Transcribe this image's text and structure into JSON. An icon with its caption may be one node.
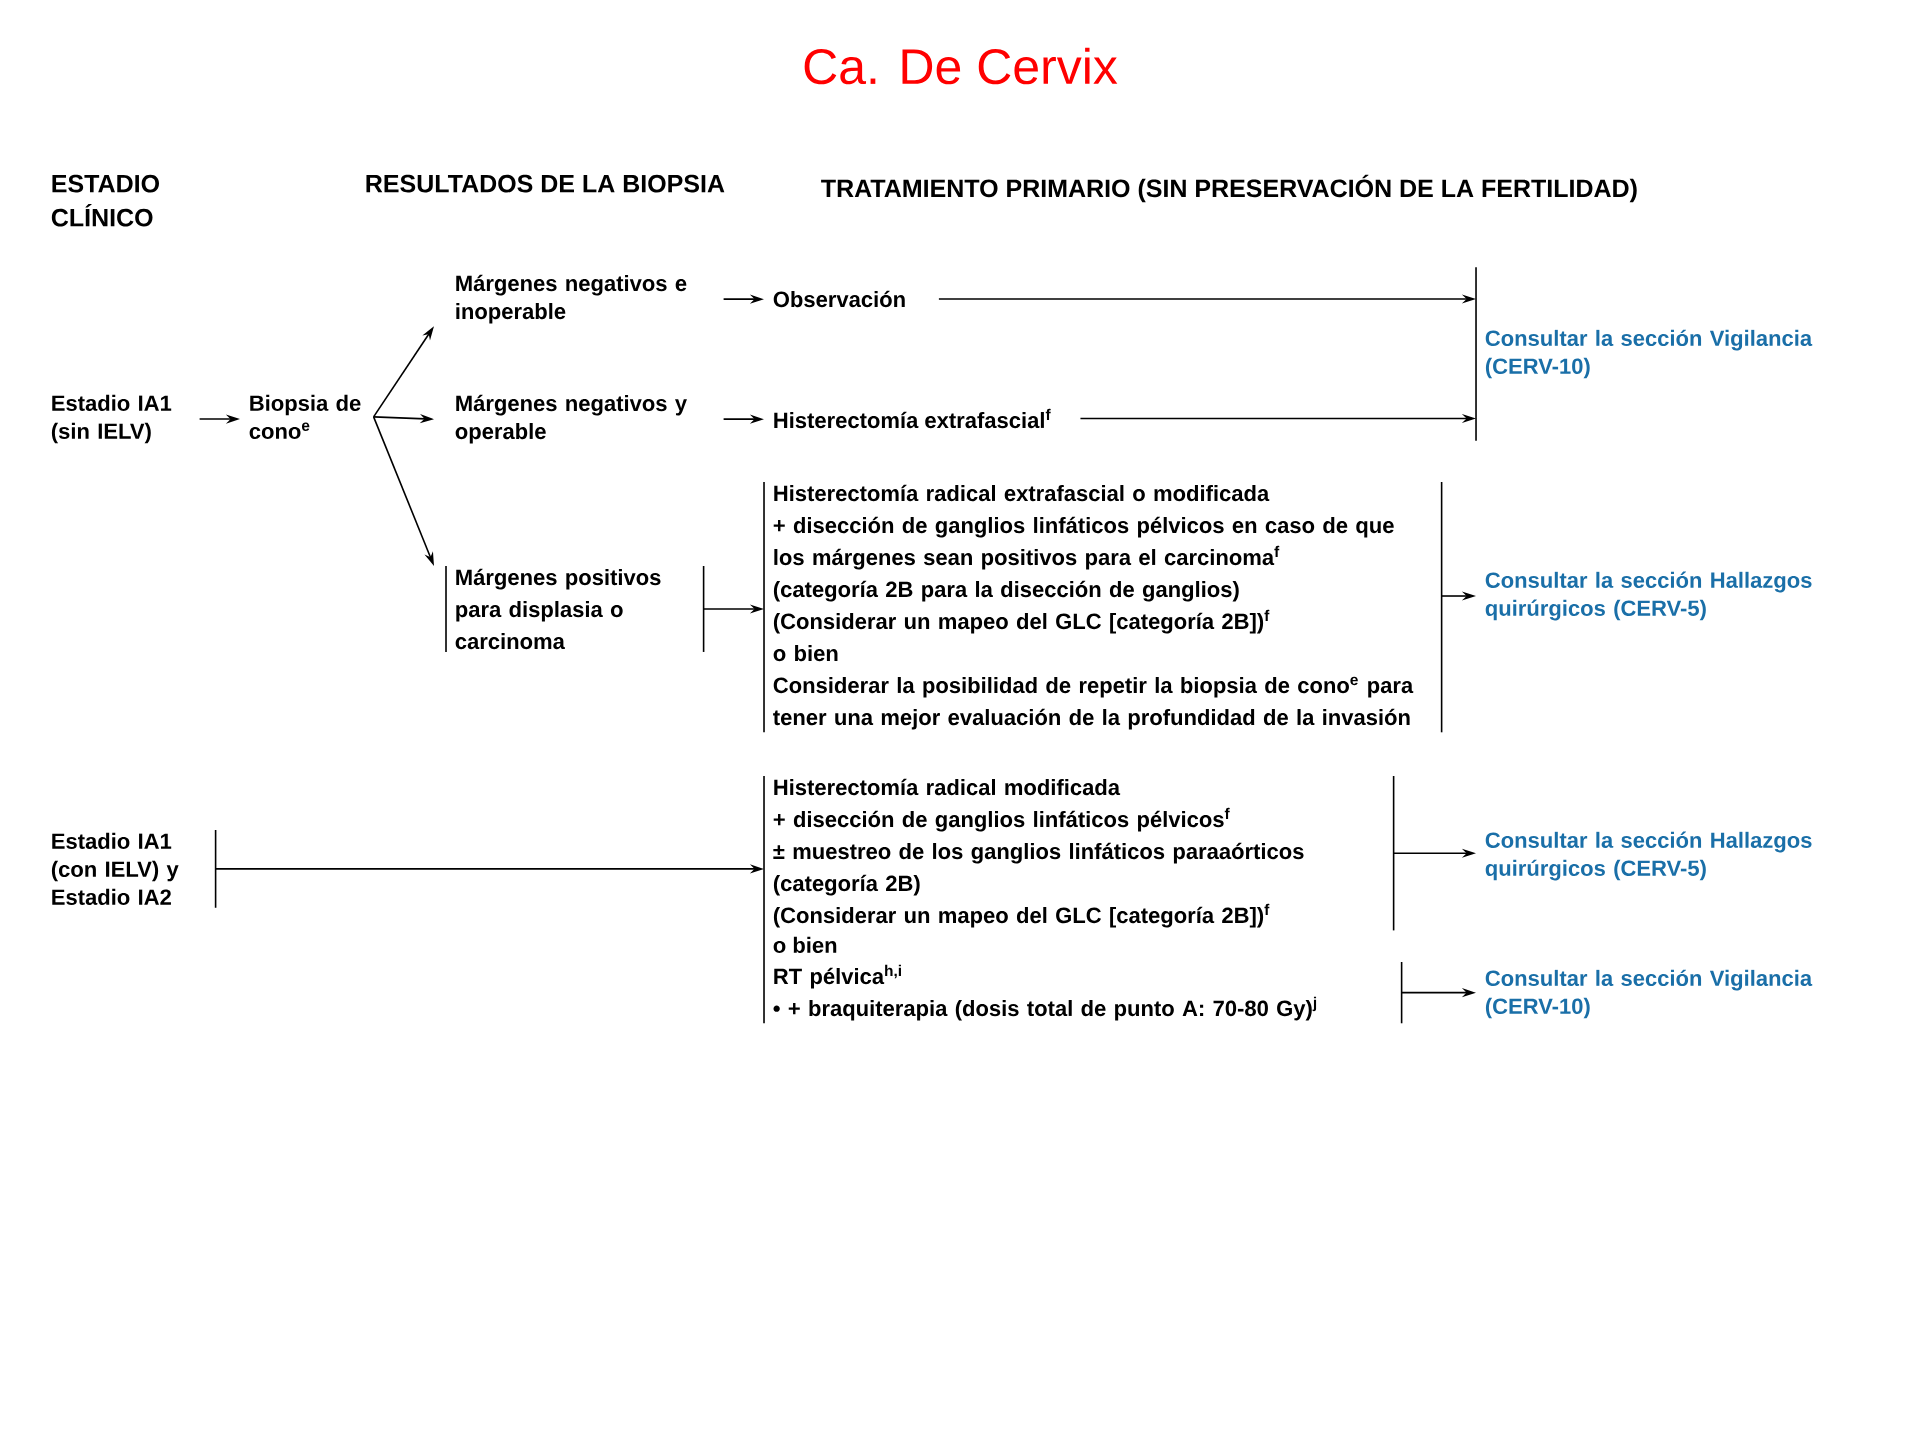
{
  "diagram": {
    "title": "Ca. De Cervix",
    "nodes": [
      {
        "text": [
          "Estadio IA1 (sin IELV)"
        ]
      },
      {
        "text": [
          "Biopsia de cono$^{e}$"
        ]
      },
      {
        "text": [
          "Márgenes negativos e inoperable"
        ]
      },
      {
        "text": [
          "Márgenes negativos y operable"
        ]
      },
      {
        "text": [
          "Márgenes positivos para displasia o carcinoma"
        ]
      },
      {
        "text": [
          "Observación"
        ]
      },
      {
        "text": [
          "Histerectomía extrafascial$^{f}$"
        ]
      },
      {
        "text": [
          "Histerectomía radical extrafascial o modificada",
          "+ disección de ganglios linfáticos pélvicos en caso de que los márgenes sean positivos para el carcinoma$^{f}$",
          "(categoría 2B para la disección de ganglios)",
          "(Considerar un mapeo del GLC [categoría 2B])$^{f}$",
          "o bien",
          "Considerar la posibilidad de repetir la biopsia de cono$^{e}$ para tener una mejor evaluación de la profundidad de la invasión"
        ]
      },
      {
        "text": [
          "Consultar la sección Vigilancia (CERV-10)"
        ]
      },
      {
        "text": [
          "Consultar la sección Hallazgos quirúrgicos (CERV-5)"
        ]
      },
      {
        "text": [
          "Estadio IA1 (con IELV) y Estadio IA2"
        ]
      },
      {
        "text": [
          "Histerectomía radical modificada",
          "+ disección de ganglios linfáticos pélvicos$^{f}$",
          "± muestreo de los ganglios linfáticos paraaórticos (categoría 2B)",
          "(Considerar un mapeo del GLC [categoría 2B])$^{f}$"
        ]
      },
      {
        "text": [
          "RT pélvica$^{h,i}$",
          "• + braquiterapia (dosis total de punto A: 70-80 Gy)$^{j}$"
        ]
      },
      {
        "text": [
          "Consultar la sección Hallazgos quirúrgicos (CERV-5)"
        ]
      },
      {
        "text": [
          "Consultar la sección Vigilancia (CERV-10)"
        ]
      }
    ],
    "edges": [
      {
        "from": 0,
        "to": 1,
        "arrow": "to"
      },
      {
        "from": 1,
        "to": 2,
        "arrow": "to"
      },
      {
        "from": 1,
        "to": 3,
        "arrow": "to"
      },
      {
        "from": 1,
        "to": 4,
        "arrow": "to"
      },
      {
        "from": 2,
        "to": 5,
        "arrow": "to"
      },
      {
        "from": 3,
        "to": 6,
        "arrow": "to"
      },
      {
        "from": 4,
        "to": 7,
        "arrow": "to"
      },
      {
        "from": 5,
        "to": 8,
        "arrow": "to"
      },
      {
        "from": 6,
        "to": 8,
        "arrow": "to"
      },
      {
        "from": 7,
        "to": 9,
        "arrow": "to"
      },
      {
        "from": 10,
        "to": 11,
        "arrow": "to"
      },
      {
        "from": 11,
        "to": 13,
        "arrow": "to"
      },
      {
        "from": 12,
        "to": 14,
        "arrow": "to"
      }
    ],
    "labels": [
      "ESTADIO CLÍNICO",
      "RESULTADOS DE LA BIOPSIA",
      "TRATAMIENTO PRIMARIO (SIN PRESERVACIÓN DE LA FERTILIDAD)",
      "o bien"
    ]
  }
}
